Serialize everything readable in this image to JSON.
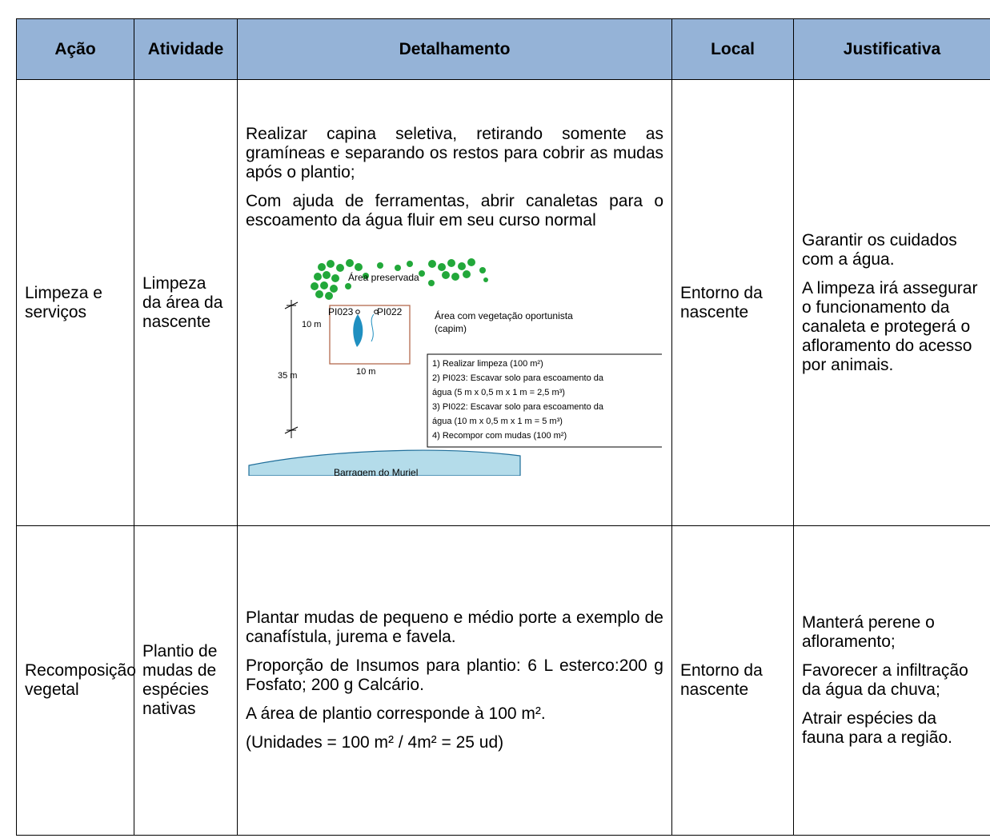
{
  "headers": {
    "acao": "Ação",
    "atividade": "Atividade",
    "detalhamento": "Detalhamento",
    "local": "Local",
    "justificativa": "Justificativa"
  },
  "rows": [
    {
      "acao": "Limpeza e serviços",
      "atividade": "Limpeza da área da nascente",
      "detalhamento": [
        "Realizar capina seletiva, retirando somente as gramíneas e separando os restos para cobrir as mudas após o plantio;",
        "Com ajuda de ferramentas, abrir canaletas para o escoamento da água fluir em seu curso normal"
      ],
      "local": "Entorno da nascente",
      "justificativa": [
        "Garantir os cuidados com a água.",
        "A limpeza irá assegurar o funcionamento da canaleta e protegerá o afloramento do acesso por animais."
      ]
    },
    {
      "acao": "Recomposição vegetal",
      "atividade": "Plantio de mudas de espécies nativas",
      "detalhamento": [
        "Plantar mudas de pequeno e médio porte a exemplo de canafístula, jurema e favela.",
        "Proporção de Insumos para plantio: 6 L esterco:200 g Fosfato; 200 g Calcário.",
        "A área de plantio corresponde à 100 m².",
        "(Unidades = 100 m² / 4m² = 25 ud)"
      ],
      "local": "Entorno da nascente",
      "justificativa": [
        "Manterá perene o afloramento;",
        "Favorecer a infiltração da água da chuva;",
        "Atrair espécies da fauna para a região."
      ]
    }
  ],
  "diagram": {
    "preserved_area": "Área preservada",
    "opportunist_area_line1": "Área com vegetação oportunista",
    "opportunist_area_line2": "(capim)",
    "pi023": "PI023",
    "pi022": "PI022",
    "side_label": "10 m",
    "bottom_label": "10 m",
    "distance_label": "35 m",
    "steps": [
      "1) Realizar limpeza (100 m²)",
      "2) PI023: Escavar solo para escoamento da",
      "água (5 m x 0,5 m x 1 m = 2,5 m³)",
      "3) PI022: Escavar solo para escoamento da",
      "água (10 m x 0,5 m x 1 m = 5 m³)",
      "4) Recompor com mudas (100 m²)"
    ],
    "dam_label": "Barragem do Muriel",
    "colors": {
      "water": "#b4dcea",
      "trees": "#22a83a",
      "plot_border": "#b36a4d",
      "spring": "#1f8fc0"
    }
  }
}
